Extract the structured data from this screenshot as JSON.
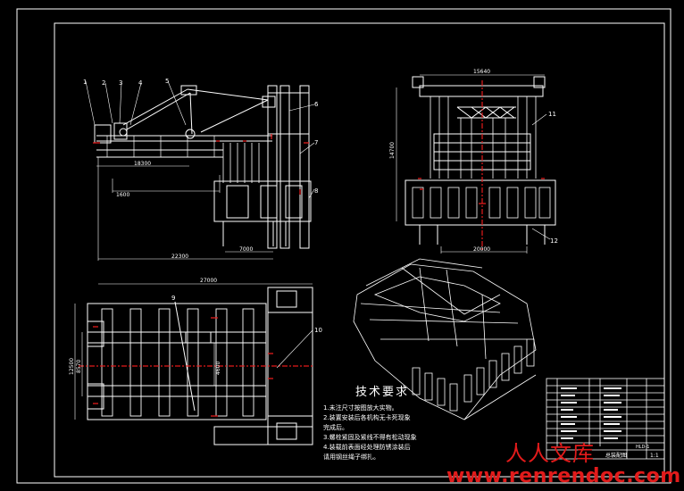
{
  "sheet": {
    "tech_title": "技术要求",
    "tech_notes": [
      "1.未注尺寸按图放大实物。",
      "2.装置安装后各机构无卡死现象",
      "完成后。",
      "3.螺栓紧固及紧线不得有松动现象",
      "4.装载前表面经处理防锈涂装后",
      "请用钢丝绳子绑扎。"
    ]
  },
  "views": {
    "side": {
      "callouts": [
        "1",
        "2",
        "3",
        "4",
        "5",
        "6",
        "7",
        "8"
      ],
      "dims": [
        "18300",
        "1600",
        "22300",
        "7000"
      ]
    },
    "front": {
      "callouts": [
        "11",
        "12"
      ],
      "dims": [
        "15640",
        "14700",
        "20000"
      ]
    },
    "plan": {
      "callouts": [
        "9",
        "10"
      ],
      "dims": [
        "27000",
        "12500",
        "8570",
        "4600"
      ]
    }
  },
  "title_block": {
    "scale": "1:1",
    "drawing_no": "HLD-1",
    "sheet_name": "总装配图"
  },
  "watermark": {
    "cn": "人人文库",
    "url": "www.renrendoc.com"
  }
}
